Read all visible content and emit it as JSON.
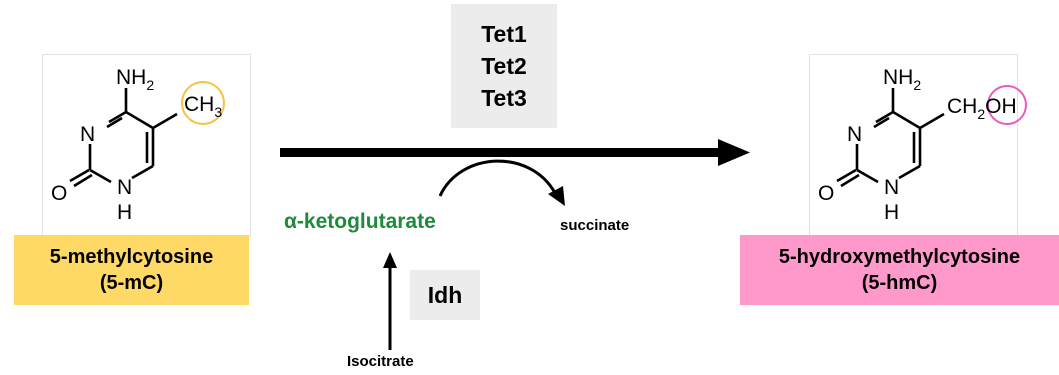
{
  "colors": {
    "mc_label_bg": "#ffd966",
    "hmc_label_bg": "#ff99cc",
    "methyl_circle": "#f5c242",
    "hydroxyl_circle": "#e65cc4",
    "ketoglutarate_text": "#1f8a3c",
    "enzyme_box_bg": "#ececec"
  },
  "left_molecule": {
    "nh2": "NH",
    "nh2_sub": "2",
    "n_ring": "N",
    "o": "O",
    "nh": "N",
    "h": "H",
    "group": "CH",
    "group_sub": "3",
    "label_line1": "5-methylcytosine",
    "label_line2": "(5-mC)"
  },
  "right_molecule": {
    "nh2": "NH",
    "nh2_sub": "2",
    "n_ring": "N",
    "o": "O",
    "nh": "N",
    "h": "H",
    "group_pre": "CH",
    "group_sub": "2",
    "group_oh": "OH",
    "label_line1": "5-hydroxymethylcytosine",
    "label_line2": "(5-hmC)"
  },
  "enzymes": [
    "Tet1",
    "Tet2",
    "Tet3"
  ],
  "idh": "Idh",
  "alpha_ketoglutarate": "α-ketoglutarate",
  "succinate": "succinate",
  "isocitrate": "Isocitrate"
}
